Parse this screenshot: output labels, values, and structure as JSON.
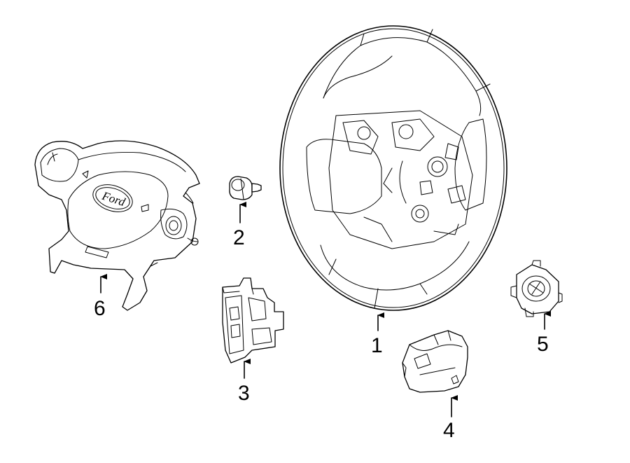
{
  "callouts": [
    {
      "id": "1",
      "label": "1"
    },
    {
      "id": "2",
      "label": "2"
    },
    {
      "id": "3",
      "label": "3"
    },
    {
      "id": "4",
      "label": "4"
    },
    {
      "id": "5",
      "label": "5"
    },
    {
      "id": "6",
      "label": "6"
    }
  ],
  "logo_text": "Ford",
  "colors": {
    "line": "#000000",
    "background": "#ffffff"
  }
}
